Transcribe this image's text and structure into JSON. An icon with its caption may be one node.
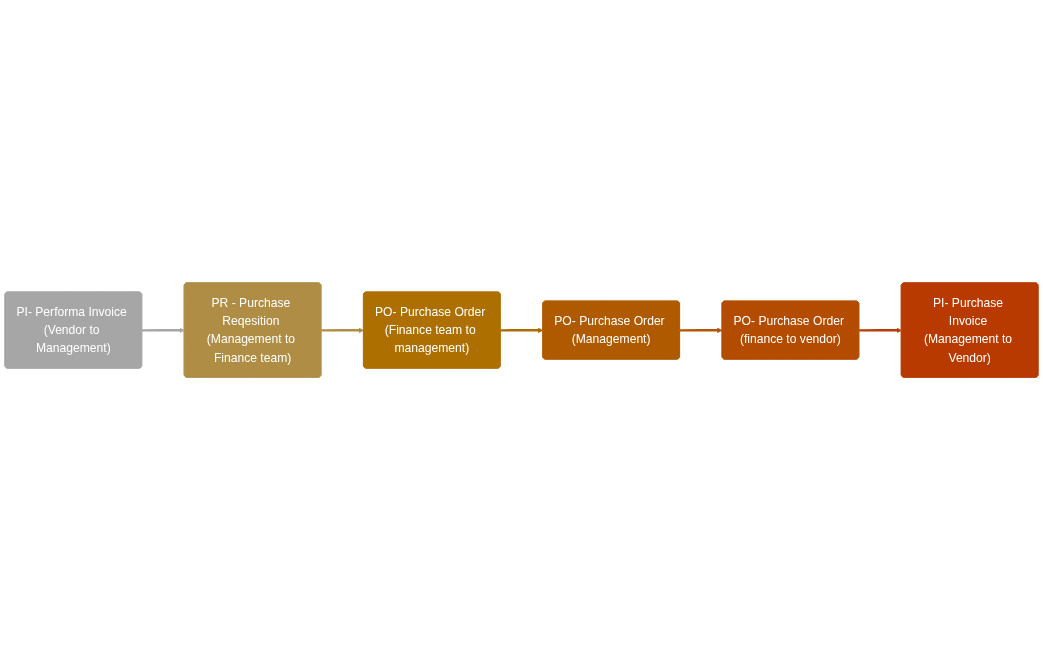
{
  "diagram": {
    "nodes": [
      {
        "text": [
          "PI- Performa Invoice (Vendor to Management)"
        ]
      },
      {
        "text": [
          "PR - Purchase Reqesition (Management to Finance team)"
        ]
      },
      {
        "text": [
          "PO- Purchase Order (Finance team to management)"
        ]
      },
      {
        "text": [
          "PO- Purchase Order (Management)"
        ]
      },
      {
        "text": [
          "PO- Purchase Order (finance to vendor)"
        ]
      },
      {
        "text": [
          "PI- Purchase Invoice (Management to Vendor)"
        ]
      }
    ],
    "edges": [
      {
        "from": 0,
        "to": 1,
        "arrow": "to",
        "color": "#a6a6a6"
      },
      {
        "from": 1,
        "to": 2,
        "arrow": "to",
        "color": "#b08d45"
      },
      {
        "from": 2,
        "to": 3,
        "arrow": "to",
        "color": "#ad6a00"
      },
      {
        "from": 3,
        "to": 4,
        "arrow": "to",
        "color": "#b35500"
      },
      {
        "from": 4,
        "to": 5,
        "arrow": "to",
        "color": "#b83c00"
      }
    ]
  }
}
